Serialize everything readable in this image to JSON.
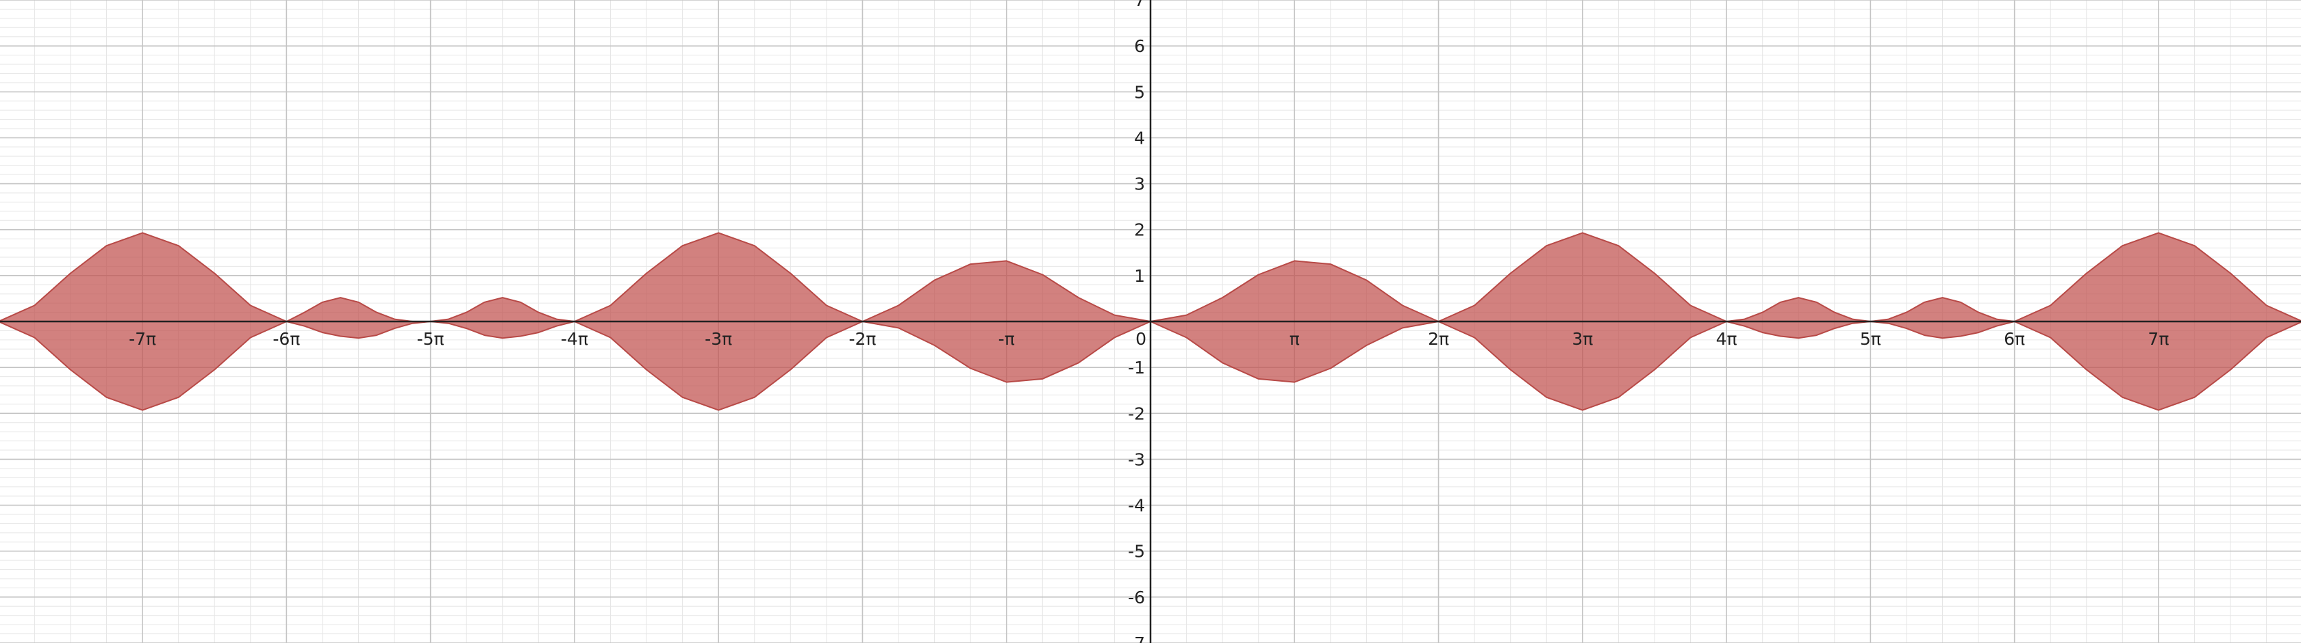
{
  "chart_data": {
    "type": "area",
    "title": "",
    "xlabel": "",
    "ylabel": "",
    "xlim": [
      -25.1,
      25.1
    ],
    "ylim": [
      -7,
      7
    ],
    "grid": true,
    "x_ticks": [
      {
        "value": -21.9911,
        "label": "-7π"
      },
      {
        "value": -18.8496,
        "label": "-6π"
      },
      {
        "value": -15.708,
        "label": "-5π"
      },
      {
        "value": -12.5664,
        "label": "-4π"
      },
      {
        "value": -9.4248,
        "label": "-3π"
      },
      {
        "value": -6.2832,
        "label": "-2π"
      },
      {
        "value": -3.1416,
        "label": "-π"
      },
      {
        "value": 3.1416,
        "label": "π"
      },
      {
        "value": 6.2832,
        "label": "2π"
      },
      {
        "value": 9.4248,
        "label": "3π"
      },
      {
        "value": 12.5664,
        "label": "4π"
      },
      {
        "value": 15.708,
        "label": "5π"
      },
      {
        "value": 18.8496,
        "label": "6π"
      },
      {
        "value": 21.9911,
        "label": "7π"
      }
    ],
    "origin_label": "0",
    "y_ticks": [
      {
        "value": 7,
        "label": "7"
      },
      {
        "value": 6,
        "label": "6"
      },
      {
        "value": 5,
        "label": "5"
      },
      {
        "value": 4,
        "label": "4"
      },
      {
        "value": 3,
        "label": "3"
      },
      {
        "value": 2,
        "label": "2"
      },
      {
        "value": 1,
        "label": "1"
      },
      {
        "value": -1,
        "label": "-1"
      },
      {
        "value": -2,
        "label": "-2"
      },
      {
        "value": -3,
        "label": "-3"
      },
      {
        "value": -4,
        "label": "-4"
      },
      {
        "value": -5,
        "label": "-5"
      },
      {
        "value": -6,
        "label": "-6"
      },
      {
        "value": -7,
        "label": "-7"
      }
    ],
    "series": [
      {
        "fill_color": "#c0504d",
        "fill_opacity": 0.72,
        "edge_color": "#b84a47",
        "x": [
          -25.1327,
          -24.3473,
          -23.5619,
          -22.7765,
          -21.9911,
          -21.2057,
          -20.4204,
          -19.635,
          -18.8496,
          -18.4569,
          -18.0642,
          -17.6715,
          -17.2788,
          -16.8861,
          -16.4934,
          -16.1007,
          -15.708,
          -15.3153,
          -14.9226,
          -14.5299,
          -14.1372,
          -13.7445,
          -13.3518,
          -12.9591,
          -12.5664,
          -11.781,
          -10.9956,
          -10.2102,
          -9.4248,
          -8.6394,
          -7.854,
          -7.0686,
          -6.2832,
          -5.4978,
          -4.7124,
          -3.927,
          -3.1416,
          -2.3562,
          -1.5708,
          -0.7854,
          0.0,
          0.7854,
          1.5708,
          2.3562,
          3.1416,
          3.927,
          4.7124,
          5.4978,
          6.2832,
          7.0686,
          7.854,
          8.6394,
          9.4248,
          10.2102,
          10.9956,
          11.781,
          12.5664,
          12.9591,
          13.3518,
          13.7445,
          14.1372,
          14.5299,
          14.9226,
          15.3153,
          15.708,
          16.1007,
          16.4934,
          16.8861,
          17.2788,
          17.6715,
          18.0642,
          18.4569,
          18.8496,
          19.635,
          20.4204,
          21.2057,
          21.9911,
          22.7765,
          23.5619,
          24.3473,
          25.1327
        ],
        "upper": [
          0.0,
          0.35,
          1.05,
          1.65,
          1.93,
          1.65,
          1.05,
          0.35,
          0.0,
          0.2,
          0.42,
          0.52,
          0.42,
          0.2,
          0.05,
          0.0,
          0.0,
          0.05,
          0.2,
          0.42,
          0.52,
          0.42,
          0.2,
          0.05,
          0.0,
          0.35,
          1.05,
          1.65,
          1.93,
          1.65,
          1.05,
          0.35,
          0.0,
          0.35,
          0.9,
          1.25,
          1.32,
          1.02,
          0.52,
          0.14,
          0.0,
          0.14,
          0.52,
          1.02,
          1.32,
          1.25,
          0.9,
          0.35,
          0.0,
          0.35,
          1.05,
          1.65,
          1.93,
          1.65,
          1.05,
          0.35,
          0.0,
          0.05,
          0.2,
          0.42,
          0.52,
          0.42,
          0.2,
          0.05,
          0.0,
          0.05,
          0.2,
          0.42,
          0.52,
          0.42,
          0.2,
          0.05,
          0.0,
          0.35,
          1.05,
          1.65,
          1.93,
          1.65,
          1.05,
          0.35,
          0.0
        ],
        "lower": [
          0.0,
          -0.35,
          -1.05,
          -1.65,
          -1.93,
          -1.65,
          -1.05,
          -0.35,
          0.0,
          -0.1,
          -0.24,
          -0.32,
          -0.36,
          -0.3,
          -0.15,
          -0.04,
          0.0,
          -0.04,
          -0.15,
          -0.3,
          -0.36,
          -0.32,
          -0.24,
          -0.1,
          0.0,
          -0.35,
          -1.05,
          -1.65,
          -1.93,
          -1.65,
          -1.05,
          -0.35,
          0.0,
          -0.14,
          -0.52,
          -1.02,
          -1.32,
          -1.25,
          -0.9,
          -0.35,
          0.0,
          -0.35,
          -0.9,
          -1.25,
          -1.32,
          -1.02,
          -0.52,
          -0.14,
          0.0,
          -0.35,
          -1.05,
          -1.65,
          -1.93,
          -1.65,
          -1.05,
          -0.35,
          0.0,
          -0.1,
          -0.24,
          -0.32,
          -0.36,
          -0.3,
          -0.15,
          -0.04,
          0.0,
          -0.04,
          -0.15,
          -0.3,
          -0.36,
          -0.32,
          -0.24,
          -0.1,
          0.0,
          -0.35,
          -1.05,
          -1.65,
          -1.93,
          -1.65,
          -1.05,
          -0.35,
          0.0
        ]
      }
    ],
    "colors": {
      "minor_grid": "#e6e6e6",
      "major_grid": "#c4c4c4",
      "axis": "#222222"
    }
  }
}
